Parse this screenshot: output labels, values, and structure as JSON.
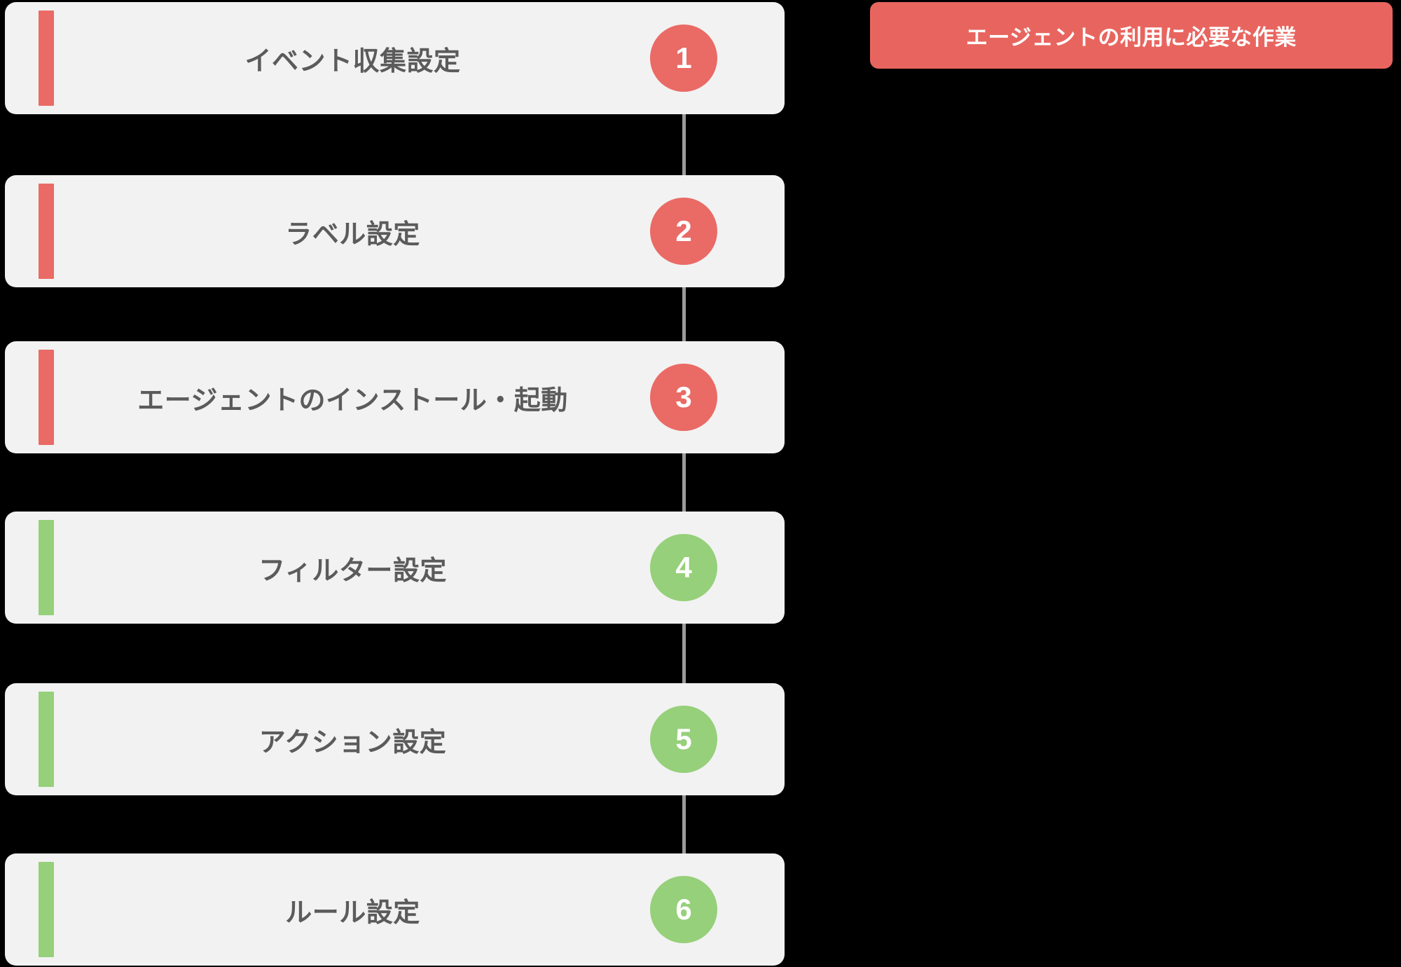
{
  "diagram": {
    "title_banner": {
      "label": "エージェントの利用に必要な作業",
      "background_color": "#e8655f",
      "text_color": "#ffffff"
    },
    "colors": {
      "red_accent": "#ea6a65",
      "green_accent": "#96d07a",
      "card_background": "#f2f2f2",
      "title_text": "#5b5b5b",
      "connector_line": "#9b9b9b",
      "page_background": "#000000"
    },
    "steps": [
      {
        "number": "1",
        "label": "イベント収集設定",
        "color": "red"
      },
      {
        "number": "2",
        "label": "ラベル設定",
        "color": "red"
      },
      {
        "number": "3",
        "label": "エージェントのインストール・起動",
        "color": "red"
      },
      {
        "number": "4",
        "label": "フィルター設定",
        "color": "green"
      },
      {
        "number": "5",
        "label": "アクション設定",
        "color": "green"
      },
      {
        "number": "6",
        "label": "ルール設定",
        "color": "green"
      }
    ]
  }
}
